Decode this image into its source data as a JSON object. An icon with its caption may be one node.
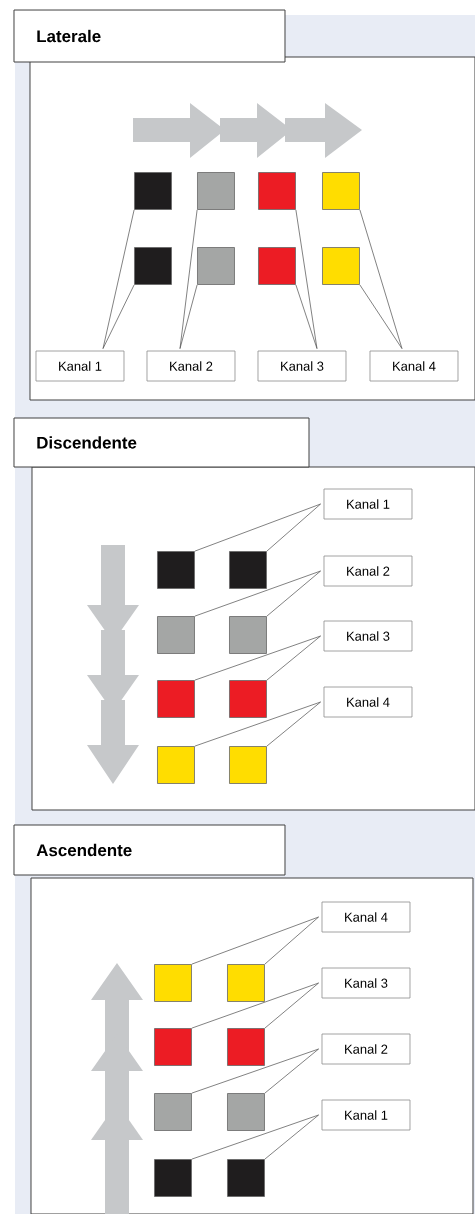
{
  "diagram": {
    "nodes": [
      {
        "text": [
          "Laterale"
        ]
      },
      {
        "text": [],
        "shape": "box",
        "in": 0
      },
      {
        "text": [],
        "shape": "box",
        "in": 0
      },
      {
        "text": [],
        "shape": "box",
        "in": 0
      },
      {
        "text": [],
        "shape": "box",
        "in": 0
      },
      {
        "text": [],
        "shape": "box",
        "in": 0
      },
      {
        "text": [],
        "shape": "box",
        "in": 0
      },
      {
        "text": [],
        "shape": "box",
        "in": 0
      },
      {
        "text": [],
        "shape": "box",
        "in": 0
      },
      {
        "text": [
          "Kanal 1"
        ],
        "in": 0
      },
      {
        "text": [
          "Kanal 2"
        ],
        "in": 0
      },
      {
        "text": [
          "Kanal 3"
        ],
        "in": 0
      },
      {
        "text": [
          "Kanal 4"
        ],
        "in": 0
      },
      {
        "text": [
          "Discendente"
        ]
      },
      {
        "text": [],
        "shape": "box",
        "in": 13
      },
      {
        "text": [],
        "shape": "box",
        "in": 13
      },
      {
        "text": [],
        "shape": "box",
        "in": 13
      },
      {
        "text": [],
        "shape": "box",
        "in": 13
      },
      {
        "text": [],
        "shape": "box",
        "in": 13
      },
      {
        "text": [],
        "shape": "box",
        "in": 13
      },
      {
        "text": [],
        "shape": "box",
        "in": 13
      },
      {
        "text": [],
        "shape": "box",
        "in": 13
      },
      {
        "text": [
          "Kanal 1"
        ],
        "in": 13
      },
      {
        "text": [
          "Kanal 2"
        ],
        "in": 13
      },
      {
        "text": [
          "Kanal 3"
        ],
        "in": 13
      },
      {
        "text": [
          "Kanal 4"
        ],
        "in": 13
      },
      {
        "text": [
          "Ascendente"
        ]
      },
      {
        "text": [],
        "shape": "box",
        "in": 26
      },
      {
        "text": [],
        "shape": "box",
        "in": 26
      },
      {
        "text": [],
        "shape": "box",
        "in": 26
      },
      {
        "text": [],
        "shape": "box",
        "in": 26
      },
      {
        "text": [],
        "shape": "box",
        "in": 26
      },
      {
        "text": [],
        "shape": "box",
        "in": 26
      },
      {
        "text": [],
        "shape": "box",
        "in": 26
      },
      {
        "text": [],
        "shape": "box",
        "in": 26
      },
      {
        "text": [
          "Kanal 4"
        ],
        "in": 26
      },
      {
        "text": [
          "Kanal 3"
        ],
        "in": 26
      },
      {
        "text": [
          "Kanal 2"
        ],
        "in": 26
      },
      {
        "text": [
          "Kanal 1"
        ],
        "in": 26
      }
    ],
    "edges": [
      {
        "from": 9,
        "to": 1,
        "arrow": "none"
      },
      {
        "from": 9,
        "to": 5,
        "arrow": "none"
      },
      {
        "from": 10,
        "to": 2,
        "arrow": "none"
      },
      {
        "from": 10,
        "to": 6,
        "arrow": "none"
      },
      {
        "from": 11,
        "to": 3,
        "arrow": "none"
      },
      {
        "from": 11,
        "to": 7,
        "arrow": "none"
      },
      {
        "from": 12,
        "to": 4,
        "arrow": "none"
      },
      {
        "from": 12,
        "to": 8,
        "arrow": "none"
      },
      {
        "from": 22,
        "to": 14,
        "arrow": "none"
      },
      {
        "from": 22,
        "to": 15,
        "arrow": "none"
      },
      {
        "from": 23,
        "to": 16,
        "arrow": "none"
      },
      {
        "from": 23,
        "to": 17,
        "arrow": "none"
      },
      {
        "from": 24,
        "to": 18,
        "arrow": "none"
      },
      {
        "from": 24,
        "to": 19,
        "arrow": "none"
      },
      {
        "from": 25,
        "to": 20,
        "arrow": "none"
      },
      {
        "from": 25,
        "to": 21,
        "arrow": "none"
      },
      {
        "from": 35,
        "to": 27,
        "arrow": "none"
      },
      {
        "from": 35,
        "to": 28,
        "arrow": "none"
      },
      {
        "from": 36,
        "to": 29,
        "arrow": "none"
      },
      {
        "from": 36,
        "to": 30,
        "arrow": "none"
      },
      {
        "from": 37,
        "to": 31,
        "arrow": "none"
      },
      {
        "from": 37,
        "to": 32,
        "arrow": "none"
      },
      {
        "from": 38,
        "to": 33,
        "arrow": "none"
      },
      {
        "from": 38,
        "to": 34,
        "arrow": "none"
      }
    ]
  }
}
